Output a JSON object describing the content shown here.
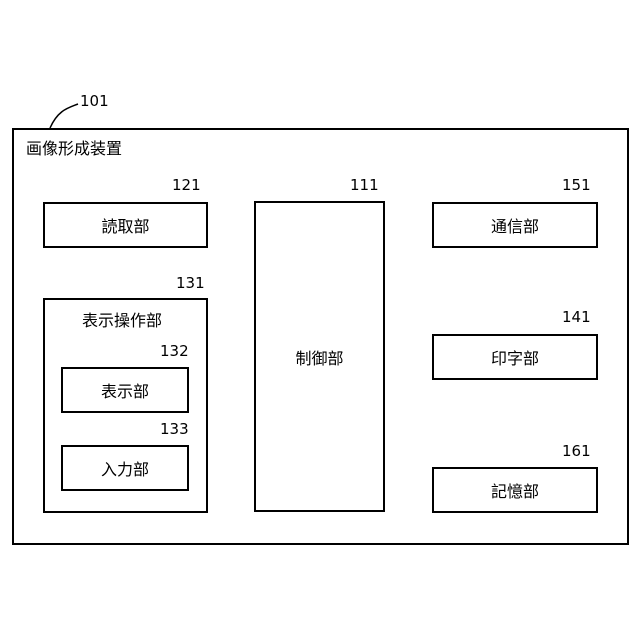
{
  "apparatus": {
    "ref": "101",
    "label": "画像形成装置"
  },
  "reader": {
    "ref": "121",
    "label": "読取部"
  },
  "controller": {
    "ref": "111",
    "label": "制御部"
  },
  "communication": {
    "ref": "151",
    "label": "通信部"
  },
  "printing": {
    "ref": "141",
    "label": "印字部"
  },
  "storage": {
    "ref": "161",
    "label": "記憶部"
  },
  "display_operation": {
    "ref": "131",
    "label": "表示操作部"
  },
  "display": {
    "ref": "132",
    "label": "表示部"
  },
  "input": {
    "ref": "133",
    "label": "入力部"
  }
}
